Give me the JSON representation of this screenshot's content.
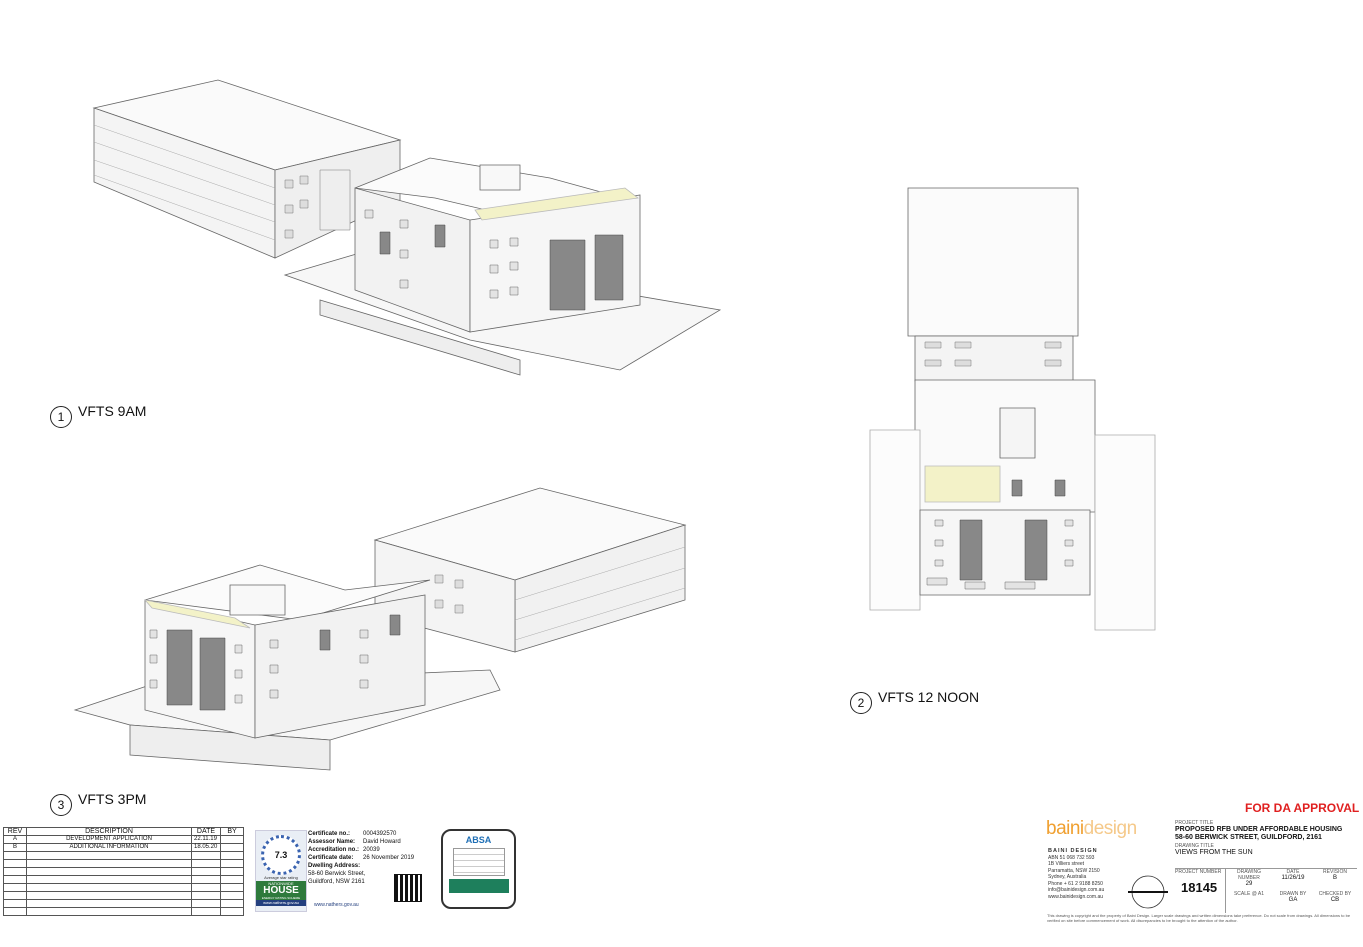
{
  "views": [
    {
      "number": "1",
      "caption": "VFTS 9AM"
    },
    {
      "number": "2",
      "caption": "VFTS 12 NOON"
    },
    {
      "number": "3",
      "caption": "VFTS 3PM"
    }
  ],
  "revision_table": {
    "headers": [
      "REV",
      "DESCRIPTION",
      "DATE",
      "BY"
    ],
    "rows": [
      {
        "rev": "A",
        "description": "DEVELOPMENT APPLICATION",
        "date": "22.11.19",
        "by": ""
      },
      {
        "rev": "B",
        "description": "ADDITIONAL INFORMATION",
        "date": "18.05.20",
        "by": ""
      }
    ]
  },
  "nathers": {
    "rating": "7.3",
    "rating_caption": "Average star rating",
    "brand": "NATIONWIDE",
    "brand_big": "HOUSE",
    "brand_sub": "ENERGY RATING SCHEME",
    "website": "www.nathers.gov.au",
    "fields": [
      {
        "label": "Certificate no.:",
        "value": "0004392570"
      },
      {
        "label": "Assessor Name:",
        "value": "David Howard"
      },
      {
        "label": "Accreditation no.:",
        "value": "20039"
      },
      {
        "label": "Certificate date:",
        "value": "26 November 2019"
      },
      {
        "label": "Dwelling Address:",
        "value": "58-60 Berwick Street, Guildford, NSW 2161"
      }
    ]
  },
  "absa": {
    "name": "ABSA"
  },
  "approval": "FOR DA APPROVAL",
  "company": {
    "logo_a": "baini",
    "logo_b": "design",
    "name": "BAINI DESIGN",
    "abn": "ABN 51 068 732 593",
    "street": "1B Villiers street",
    "suburb": "Parramatta, NSW 2150",
    "country": "Sydney, Australia",
    "phone": "Phone + 61 2 9188 8250",
    "email": "info@bainidesign.com.au",
    "web": "www.bainidesign.com.au"
  },
  "title_block": {
    "project_title_label": "PROJECT TITLE",
    "project_title_1": "PROPOSED RFB UNDER AFFORDABLE HOUSING",
    "project_title_2": "58-60 BERWICK STREET, GUILDFORD, 2161",
    "drawing_title_label": "DRAWING TITLE",
    "drawing_title": "VIEWS FROM THE SUN",
    "project_number_label": "PROJECT NUMBER",
    "project_number": "18145",
    "drawing_number_label": "DRAWING NUMBER",
    "drawing_number": "29",
    "date_label": "DATE",
    "date": "11/26/19",
    "revision_label": "REVISION",
    "revision": "B",
    "scale_label": "SCALE @ A1",
    "drawn_by_label": "DRAWN BY",
    "drawn_by": "GA",
    "checked_by_label": "CHECKED BY",
    "checked_by": "CB",
    "disclaimer": "This drawing is copyright and the property of Baini Design. Larger scale drawings and written dimensions take preference. Do not scale from drawings. All dimensions to be verified on site before commencement of work. All discrepancies to be brought to the attention of the author."
  }
}
